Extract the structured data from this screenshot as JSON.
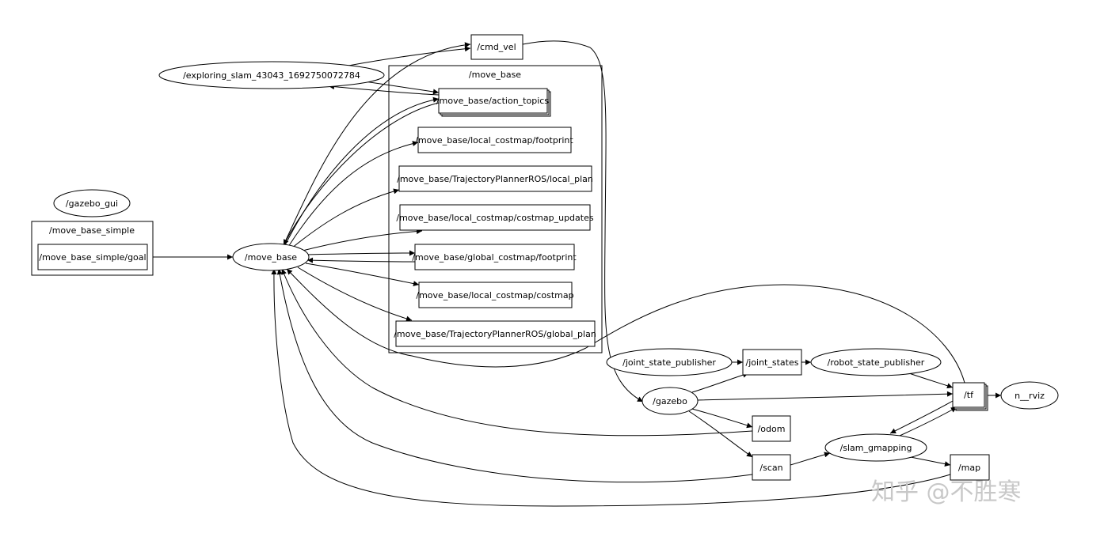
{
  "graph": {
    "clusters": {
      "move_base_simple": "/move_base_simple",
      "move_base": "/move_base"
    },
    "nodes": {
      "cmd_vel": "/cmd_vel",
      "exploring_slam": "/exploring_slam_43043_1692750072784",
      "action_topics": "/move_base/action_topics",
      "local_footprint": "/move_base/local_costmap/footprint",
      "local_plan": "/move_base/TrajectoryPlannerROS/local_plan",
      "costmap_updates": "/move_base/local_costmap/costmap_updates",
      "global_footprint": "/move_base/global_costmap/footprint",
      "local_costmap": "/move_base/local_costmap/costmap",
      "global_plan": "/move_base/TrajectoryPlannerROS/global_plan",
      "gazebo_gui": "/gazebo_gui",
      "move_base_simple_goal": "/move_base_simple/goal",
      "move_base": "/move_base",
      "joint_state_publisher": "/joint_state_publisher",
      "joint_states": "/joint_states",
      "robot_state_publisher": "/robot_state_publisher",
      "gazebo": "/gazebo",
      "tf": "/tf",
      "rviz": "n__rviz",
      "odom": "/odom",
      "slam_gmapping": "/slam_gmapping",
      "scan": "/scan",
      "map": "/map"
    }
  },
  "watermark": "知乎 @不胜寒"
}
